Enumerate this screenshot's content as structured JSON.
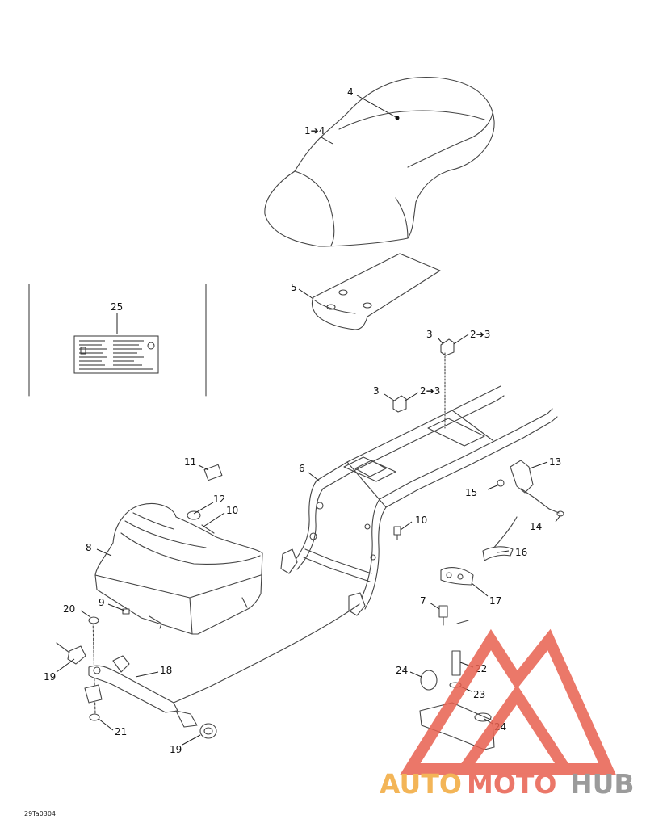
{
  "diagram": {
    "drawing_code": "29Ta0304",
    "callouts": {
      "c1": "1➔4",
      "c4": "4",
      "c5": "5",
      "c25": "25",
      "c3a": "3",
      "c23a": "2➔3",
      "c3b": "3",
      "c23b": "2➔3",
      "c6": "6",
      "c11": "11",
      "c12": "12",
      "c10a": "10",
      "c10b": "10",
      "c13": "13",
      "c15": "15",
      "c14": "14",
      "c16": "16",
      "c17": "17",
      "c8": "8",
      "c9": "9",
      "c7": "7",
      "c20": "20",
      "c19a": "19",
      "c18": "18",
      "c21": "21",
      "c19b": "19",
      "c24a": "24",
      "c22": "22",
      "c23": "23",
      "c24b": "24"
    }
  },
  "watermark": {
    "text_part1": "AUTO",
    "text_part2": "MOTO",
    "text_part3": "HUB",
    "color_red": "#e8604f",
    "color_orange": "#f2a93b",
    "color_gray": "#8a8a8a"
  }
}
